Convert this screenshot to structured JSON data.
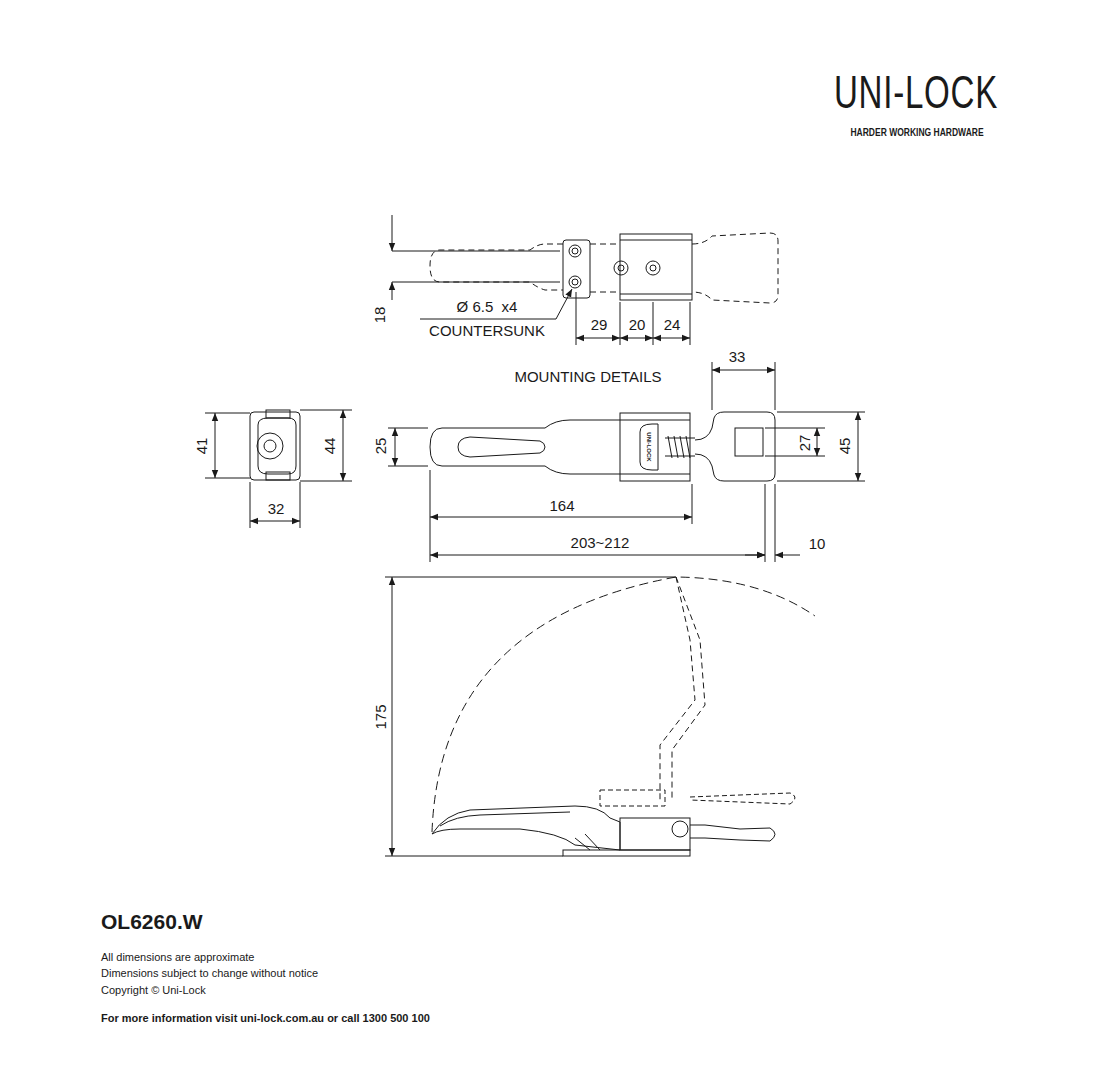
{
  "diagram": {
    "title": "OL6260.W",
    "labels": [
      "UNI-LOCK",
      "HARDER WORKING HARDWARE",
      "18",
      "Ø 6.5  x4",
      "COUNTERSUNK",
      "29",
      "20",
      "24",
      "MOUNTING DETAILS",
      "33",
      "41",
      "44",
      "25",
      "27",
      "45",
      "32",
      "164",
      "203~212",
      "10",
      "UNI-LOCK",
      "175",
      "All dimensions are approximate",
      "Dimensions subject to change without notice",
      "Copyright © Uni-Lock",
      "For more information visit uni-lock.com.au or call 1300 500 100"
    ]
  }
}
